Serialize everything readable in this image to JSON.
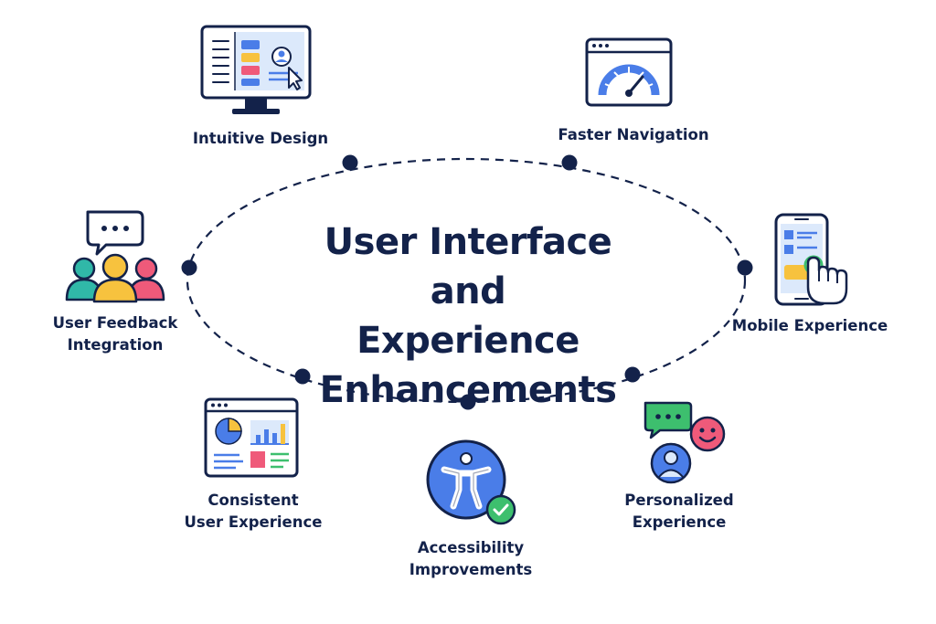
{
  "title": {
    "line1": "User Interface and",
    "line2": "Experience",
    "line3": "Enhancements"
  },
  "nodes": [
    {
      "id": "intuitive-design",
      "lines": [
        "Intuitive Design"
      ],
      "icon": "monitor-dashboard-icon"
    },
    {
      "id": "faster-navigation",
      "lines": [
        "Faster Navigation"
      ],
      "icon": "speedometer-browser-icon"
    },
    {
      "id": "mobile-experience",
      "lines": [
        "Mobile Experience"
      ],
      "icon": "smartphone-tap-icon"
    },
    {
      "id": "personalized-experience",
      "lines": [
        "Personalized",
        "Experience"
      ],
      "icon": "user-chat-emoji-icon"
    },
    {
      "id": "accessibility-improvements",
      "lines": [
        "Accessibility",
        "Improvements"
      ],
      "icon": "accessibility-check-icon"
    },
    {
      "id": "consistent-user-experience",
      "lines": [
        "Consistent",
        "User Experience"
      ],
      "icon": "dashboard-window-icon"
    },
    {
      "id": "user-feedback-integration",
      "lines": [
        "User Feedback",
        "Integration"
      ],
      "icon": "team-feedback-icon"
    }
  ],
  "colors": {
    "ink": "#13224a",
    "blue": "#4a7de8",
    "yellow": "#f7c23e",
    "pink": "#ef5a7a",
    "green": "#3dbf6e",
    "teal": "#30b8a8"
  }
}
